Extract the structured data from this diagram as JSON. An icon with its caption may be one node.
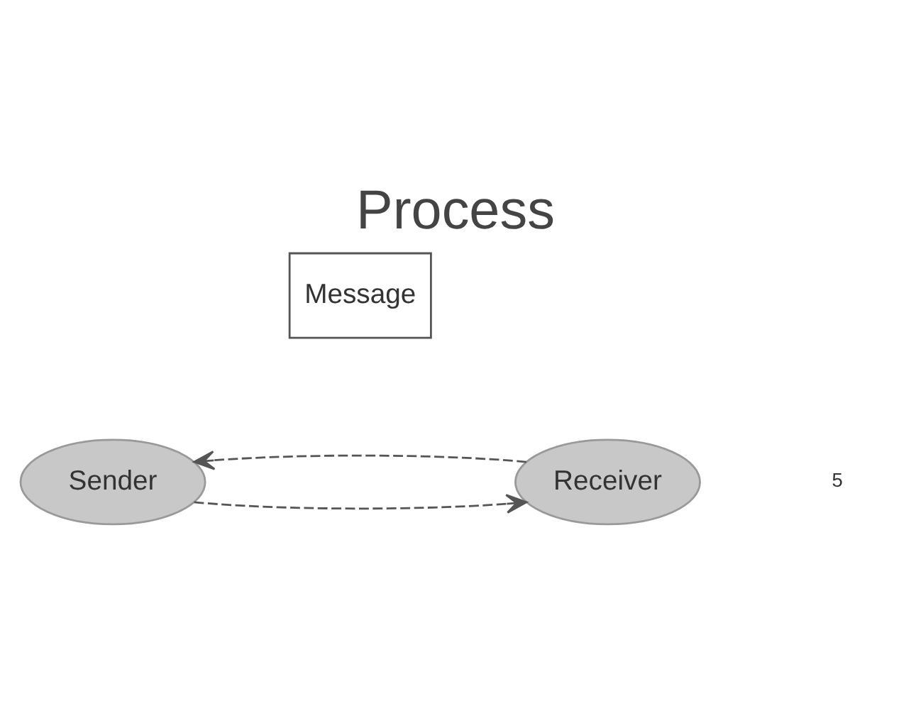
{
  "diagram": {
    "title": "Process",
    "nodes": [
      {
        "text": [
          "Sender"
        ]
      },
      {
        "text": [
          "Message"
        ]
      },
      {
        "text": [
          "Receiver"
        ]
      }
    ],
    "edges": [
      {
        "from": 0,
        "to": 2,
        "arrow": "to",
        "style": "dashed"
      },
      {
        "from": 2,
        "to": 0,
        "arrow": "to",
        "style": "dashed"
      }
    ],
    "labels": [
      "5"
    ]
  }
}
